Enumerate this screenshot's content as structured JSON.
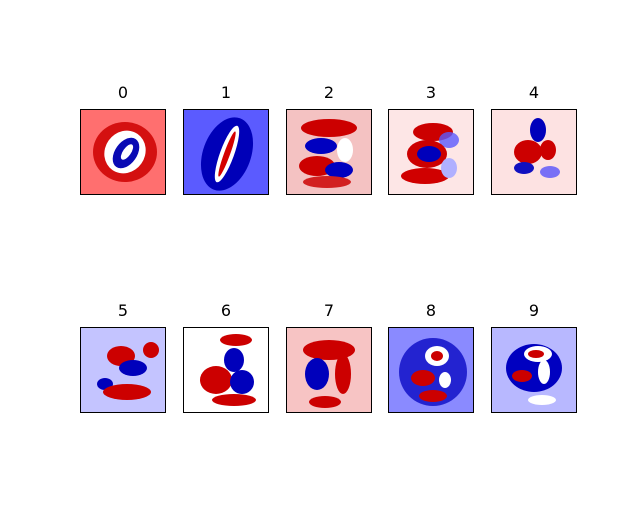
{
  "colormap": {
    "negative": "#0000cc",
    "neutral": "#ffffff",
    "positive": "#cc0000"
  },
  "panels": [
    {
      "title": "0",
      "background": "#ff6f6f"
    },
    {
      "title": "1",
      "background": "#5b5bff"
    },
    {
      "title": "2",
      "background": "#f4c2c2"
    },
    {
      "title": "3",
      "background": "#fde6e6"
    },
    {
      "title": "4",
      "background": "#fde2e2"
    },
    {
      "title": "5",
      "background": "#c4c4ff"
    },
    {
      "title": "6",
      "background": "#ffffff"
    },
    {
      "title": "7",
      "background": "#f7c4c4"
    },
    {
      "title": "8",
      "background": "#8a8aff"
    },
    {
      "title": "9",
      "background": "#b8b8ff"
    }
  ]
}
